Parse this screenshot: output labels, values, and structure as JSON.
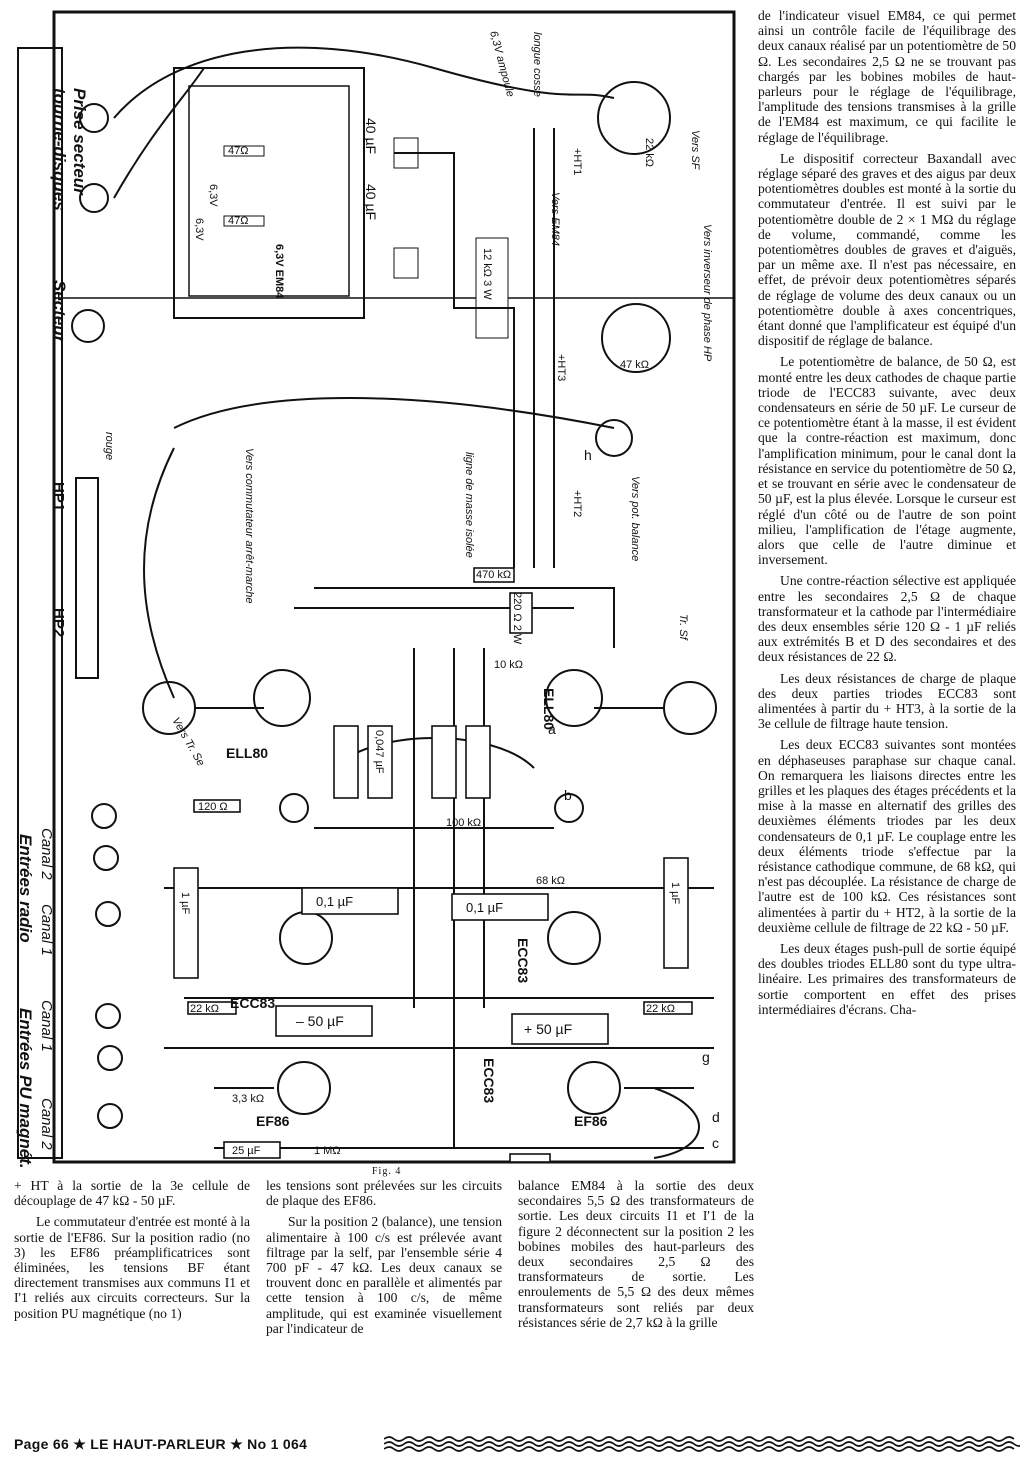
{
  "figure": {
    "caption": "Fig. 4",
    "labels": {
      "prise": "Prise secteur",
      "tourne": "tourne-disques",
      "secteur": "Secteur",
      "longue_cosse": "longue cosse",
      "ampoule": "6,3V ampoule",
      "r47a": "47Ω",
      "r47b": "47Ω",
      "v63a": "6,3V",
      "v63b": "6,3V",
      "em84": "6,3V EM84",
      "c40a": "40 µF",
      "c40b": "40 µF",
      "r12k": "12 kΩ 3 W",
      "r22k": "22 kΩ",
      "vers_sf": "Vers SF",
      "vers_em84": "Vers EM84",
      "vers_inverseur": "Vers inverseur de phase HP",
      "ht1": "+HT1",
      "r47k_top": "47 kΩ",
      "ht3": "+HT3",
      "ht2": "+HT2",
      "commutateur": "Vers commutateur arrêt-marche",
      "ligne_masse": "ligne de masse isolée",
      "pot_balance": "Vers pot. balance",
      "hp1": "HP1",
      "hp2": "HP2",
      "rouge": "rouge",
      "r220": "220 Ω 2 W",
      "r470k": "470 kΩ",
      "r10k": "10 kΩ",
      "ell80a": "ELL80",
      "ell80b": "ELL80",
      "c0047": "0,047 µF",
      "tr_se": "Vers Tr. Se",
      "tr_sf": "Tr. Sf",
      "r120": "120 Ω",
      "r100k": "100 kΩ",
      "c01a": "0,1 µF",
      "c01b": "0,1 µF",
      "r68k": "68 kΩ",
      "c1ua": "1 µF",
      "c1ub": "1 µF",
      "ecc83a": "ECC83",
      "ecc83b": "ECC83",
      "ecc83c": "ECC83",
      "r1m": "1 MΩ",
      "c50a": "– 50 µF",
      "c50b": "+ 50 µF",
      "r22a": "22 kΩ",
      "r22b": "22 kΩ",
      "ef86a": "EF86",
      "ef86b": "EF86",
      "c25": "25 µF",
      "r33k": "3,3 kΩ",
      "canal2a": "Canal 2",
      "canal1a": "Canal 1",
      "entrees_radio": "Entrées radio",
      "canal1b": "Canal 1",
      "canal2b": "Canal 2",
      "entrees_pu": "Entrées PU magnét.",
      "letter_a": "a",
      "letter_b": "b",
      "letter_c": "c",
      "letter_d": "d",
      "letter_g": "g",
      "letter_h": "h"
    }
  },
  "right_column": [
    "de l'indicateur visuel EM84, ce qui permet ainsi un contrôle facile de l'équilibrage des deux canaux réalisé par un potentiomètre de 50 Ω. Les secondaires 2,5 Ω ne se trouvant pas chargés par les bobines mobiles de haut-parleurs pour le réglage de l'équilibrage, l'amplitude des tensions transmises à la grille de l'EM84 est maximum, ce qui facilite le réglage de l'équilibrage.",
    "Le dispositif correcteur Baxandall avec réglage séparé des graves et des aigus par deux potentiomètres doubles est monté à la sortie du commutateur d'entrée. Il est suivi par le potentiomètre double de 2 × 1 MΩ du réglage de volume, commandé, comme les potentiomètres doubles de graves et d'aiguës, par un même axe. Il n'est pas nécessaire, en effet, de prévoir deux potentiomètres séparés de réglage de volume des deux canaux ou un potentiomètre double à axes concentriques, étant donné que l'amplificateur est équipé d'un dispositif de réglage de balance.",
    "Le potentiomètre de balance, de 50 Ω, est monté entre les deux cathodes de chaque partie triode de l'ECC83 suivante, avec deux condensateurs en série de 50 µF. Le curseur de ce potentiomètre étant à la masse, il est évident que la contre-réaction est maximum, donc l'amplification minimum, pour le canal dont la résistance en service du potentiomètre de 50 Ω, et se trouvant en série avec le condensateur de 50 µF, est la plus élevée. Lorsque le curseur est réglé d'un côté ou de l'autre de son point milieu, l'amplification de l'étage augmente, alors que celle de l'autre diminue et inversement.",
    "Une contre-réaction sélective est appliquée entre les secondaires 2,5 Ω de chaque transformateur et la cathode par l'intermédiaire des deux ensembles série 120 Ω - 1 µF reliés aux extrémités B et D des secondaires et des deux résistances de 22 Ω.",
    "Les deux résistances de charge de plaque des deux parties triodes ECC83 sont alimentées à partir du + HT3, à la sortie de la 3e cellule de filtrage haute tension.",
    "Les deux ECC83 suivantes sont montées en déphaseuses paraphase sur chaque canal. On remarquera les liaisons directes entre les grilles et les plaques des étages précédents et la mise à la masse en alternatif des grilles des deuxièmes éléments triodes par les deux condensateurs de 0,1 µF. Le couplage entre les deux éléments triode s'effectue par la résistance cathodique commune, de 68 kΩ, qui n'est pas découplée. La résistance de charge de l'autre est de 100 kΩ. Ces résistances sont alimentées à partir du + HT2, à la sortie de la deuxième cellule de filtrage de 22 kΩ - 50 µF.",
    "Les deux étages push-pull de sortie équipé des doubles triodes ELL80 sont du type ultra-linéaire. Les primaires des transformateurs de sortie comportent en effet des prises intermédiaires d'écrans. Cha-"
  ],
  "bottom_col1": [
    "+ HT à la sortie de la 3e cellule de découplage de 47 kΩ - 50 µF.",
    "Le commutateur d'entrée est monté à la sortie de l'EF86. Sur la position radio (no 3) les EF86 préamplificatrices sont éliminées, les tensions BF étant directement transmises aux communs I1 et I'1 reliés aux circuits correcteurs. Sur la position PU magnétique (no 1)"
  ],
  "bottom_col2": [
    "les tensions sont prélevées sur les circuits de plaque des EF86.",
    "Sur la position 2 (balance), une tension alimentaire à 100 c/s est prélevée avant filtrage par la self, par l'ensemble série 4 700 pF - 47 kΩ. Les deux canaux se trouvent donc en parallèle et alimentés par cette tension à 100 c/s, de même amplitude, qui est examinée visuellement par l'indicateur de"
  ],
  "bottom_col3": [
    "balance EM84 à la sortie des deux secondaires 5,5 Ω des transformateurs de sortie. Les deux circuits I1 et I'1 de la figure 2 déconnectent sur la position 2 les bobines mobiles des haut-parleurs des deux secondaires 2,5 Ω des transformateurs de sortie. Les enroulements de 5,5 Ω des deux mêmes transformateurs sont reliés par deux résistances série de 2,7 kΩ à la grille"
  ],
  "footer": "Page 66 ★ LE HAUT-PARLEUR ★ No 1 064"
}
